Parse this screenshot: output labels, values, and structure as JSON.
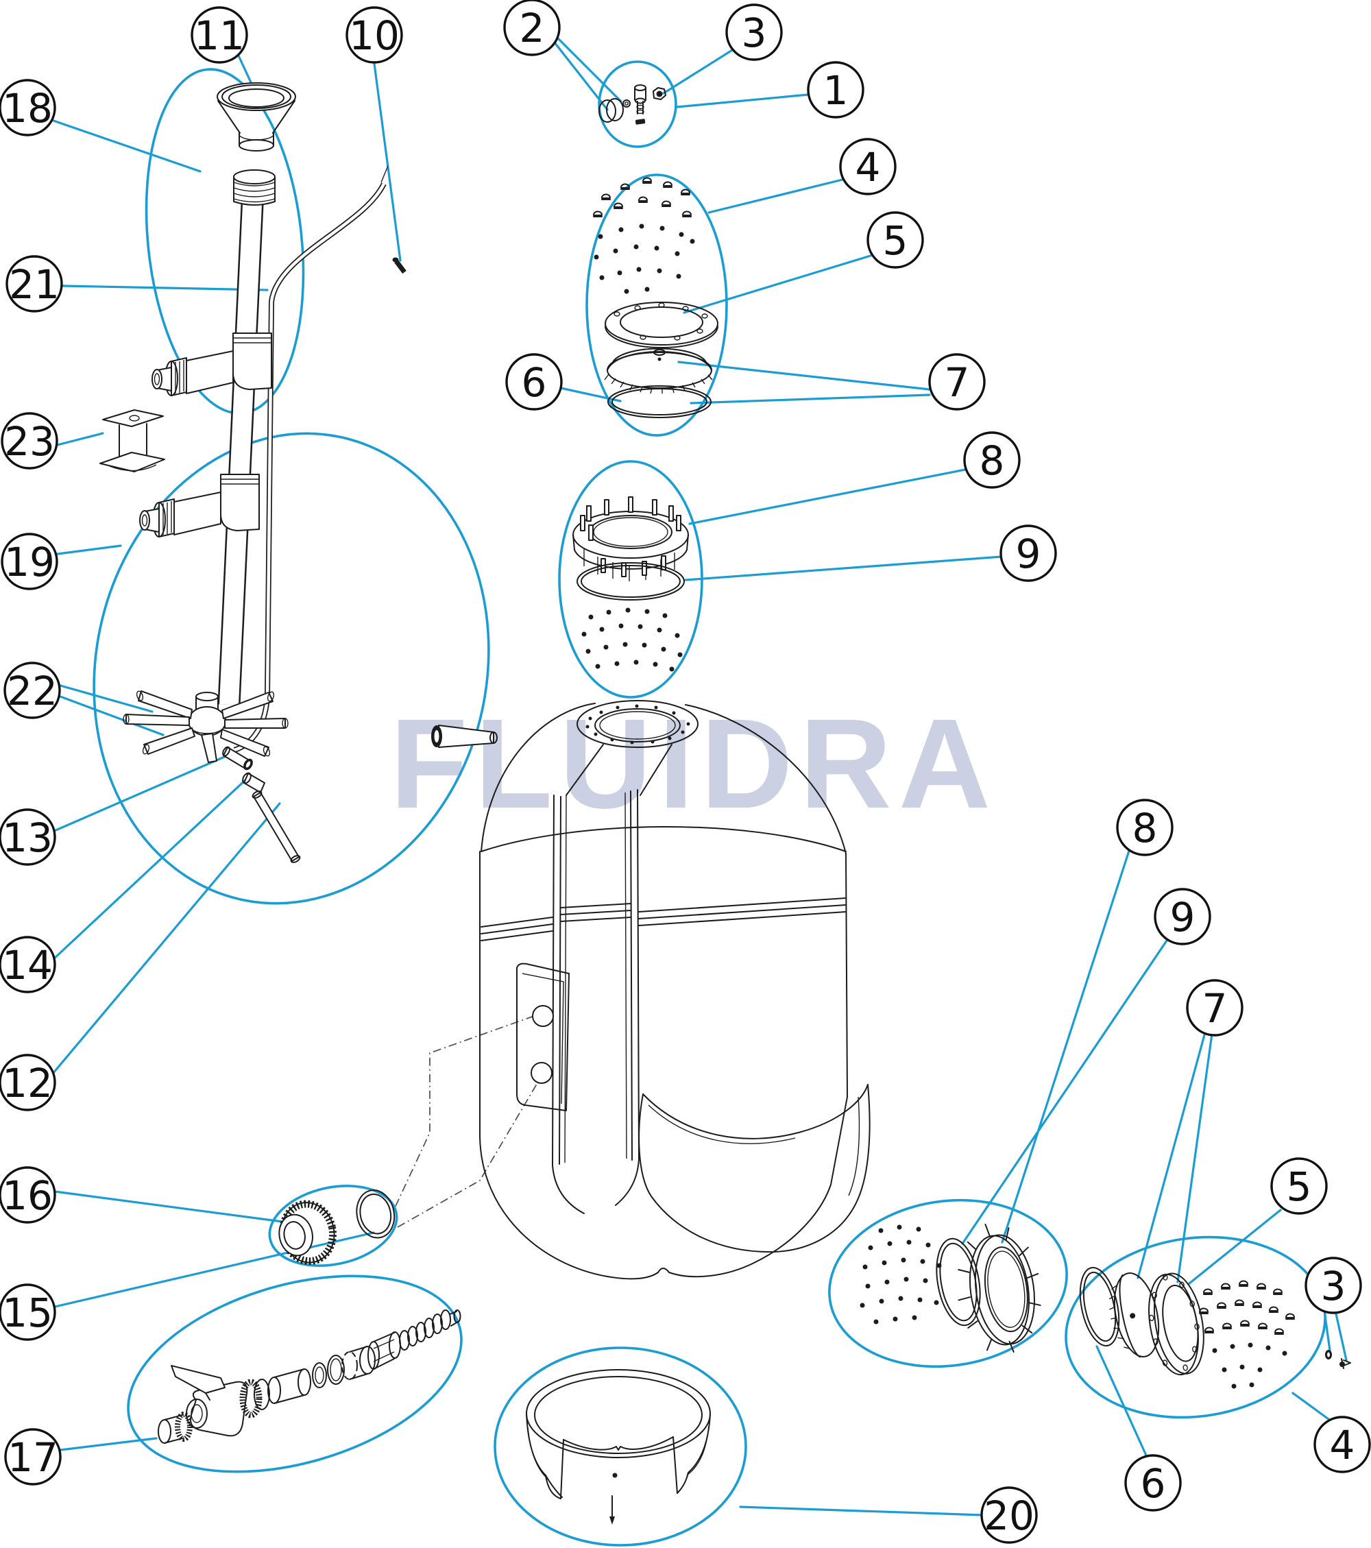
{
  "watermark": {
    "text": "FLUIDRA",
    "color": "#cbd0e3"
  },
  "colors": {
    "accent": "#1b9dd4",
    "line": "#1c1c1c",
    "background": "#ffffff"
  },
  "callout_labels": {
    "1": "1",
    "2": "2",
    "3": "3",
    "4": "4",
    "5": "5",
    "6": "6",
    "7": "7",
    "8": "8",
    "9": "9",
    "10": "10",
    "11": "11",
    "12": "12",
    "13": "13",
    "14": "14",
    "15": "15",
    "16": "16",
    "17": "17",
    "18": "18",
    "19": "19",
    "20": "20",
    "21": "21",
    "22": "22",
    "23": "23"
  }
}
